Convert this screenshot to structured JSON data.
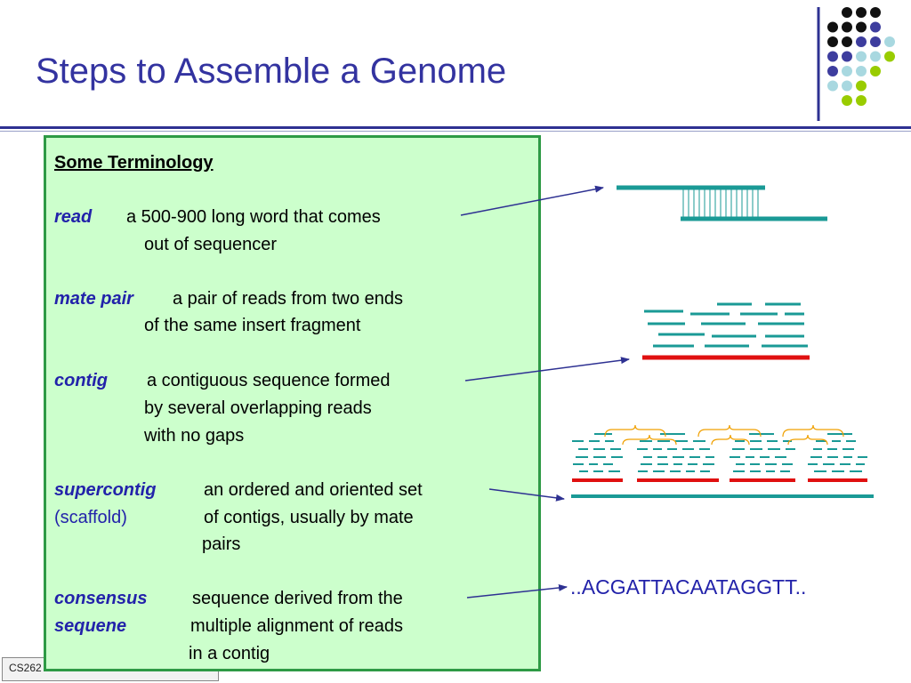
{
  "slide": {
    "title": "Steps to Assemble a Genome",
    "footer": "CS262"
  },
  "terminology": {
    "heading": "Some Terminology",
    "entries": [
      {
        "term": "read",
        "def_lines": [
          "a 500-900 long word that comes",
          "out of sequencer"
        ]
      },
      {
        "term": "mate pair",
        "def_lines": [
          "a pair of reads from two ends",
          "of the same insert fragment"
        ]
      },
      {
        "term": "contig",
        "def_lines": [
          "a contiguous sequence formed",
          "by several overlapping reads",
          "with no gaps"
        ]
      },
      {
        "term": "supercontig",
        "alt": "(scaffold)",
        "def_lines": [
          "an ordered and oriented set",
          "of contigs, usually by mate",
          "pairs"
        ]
      },
      {
        "term_lines": [
          "consensus",
          "sequene"
        ],
        "def_lines": [
          "sequence derived from the",
          "multiple alignment of reads",
          "in a contig"
        ]
      }
    ]
  },
  "diagram": {
    "consensus_sequence": "..ACGATTACAATAGGTT..",
    "colors": {
      "read": "#1a9a96",
      "contig": "#e01010",
      "arrow": "#2e3192",
      "brace": "#f0a000"
    }
  },
  "decor": {
    "dot_colors": {
      "black": "#111111",
      "purple": "#3d3d9e",
      "light_blue": "#a8d8e0",
      "lime": "#99cc00"
    }
  }
}
